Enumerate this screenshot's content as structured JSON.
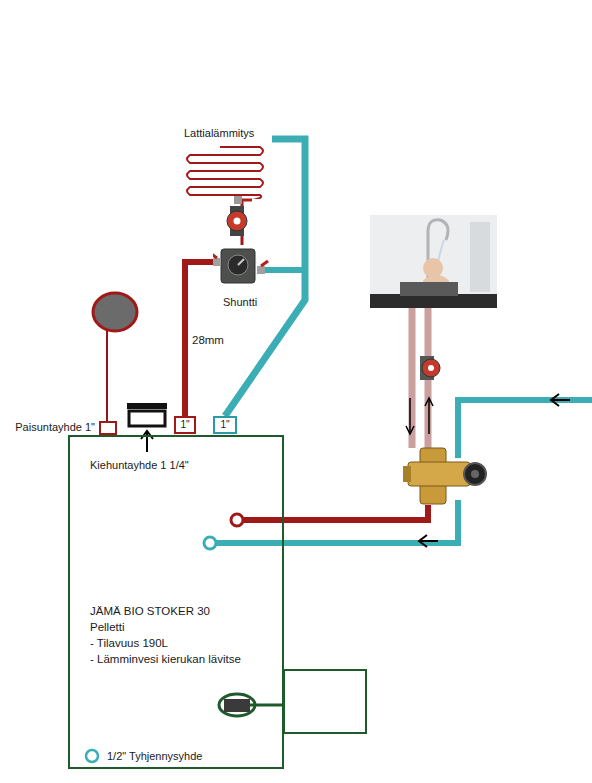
{
  "diagram": {
    "nodes": [
      {
        "text": [
          "JÄMÄ BIO STOKER 30",
          "Pelletti",
          "- Tilavuus 190L",
          "- Lämminvesi kierukan lävitse"
        ]
      },
      {
        "text": [
          "Paisuntayhde 1\""
        ]
      },
      {
        "text": [
          "Kiehuntayhde 1 1/4\""
        ]
      },
      {
        "text": [
          "1\""
        ]
      },
      {
        "text": [
          "1\""
        ]
      },
      {
        "text": [
          "Shuntti"
        ]
      },
      {
        "text": [
          "Lattialämmitys"
        ]
      },
      {
        "text": [
          "1/2\" Tyhjennysyhde"
        ],
        "in": 0
      }
    ],
    "edges": [
      {
        "from": 3,
        "to": 5,
        "label": "28mm",
        "arrow": "none"
      },
      {
        "from": 4,
        "to": 6,
        "arrow": "none"
      },
      {
        "from": 5,
        "to": 6,
        "arrow": "none"
      }
    ]
  }
}
